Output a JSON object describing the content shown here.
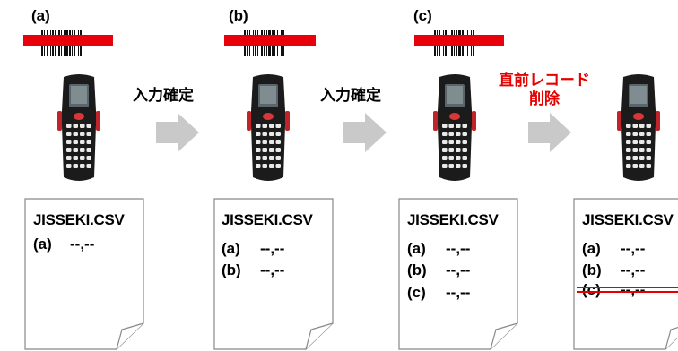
{
  "steps": [
    {
      "label": "(a)"
    },
    {
      "label": "(b)"
    },
    {
      "label": "(c)"
    }
  ],
  "transitions": [
    {
      "label_lines": [
        "入力確定"
      ],
      "color": "#000000"
    },
    {
      "label_lines": [
        "入力確定"
      ],
      "color": "#000000"
    },
    {
      "label_lines": [
        "直前レコード",
        "削除"
      ],
      "color": "#e60000"
    }
  ],
  "file_name": "JISSEKI.CSV",
  "documents": [
    {
      "records": [
        {
          "key": "(a)",
          "value": "--,--"
        }
      ]
    },
    {
      "records": [
        {
          "key": "(a)",
          "value": "--,--"
        },
        {
          "key": "(b)",
          "value": "--,--"
        }
      ]
    },
    {
      "records": [
        {
          "key": "(a)",
          "value": "--,--"
        },
        {
          "key": "(b)",
          "value": "--,--"
        },
        {
          "key": "(c)",
          "value": "--,--"
        }
      ]
    },
    {
      "records": [
        {
          "key": "(a)",
          "value": "--,--"
        },
        {
          "key": "(b)",
          "value": "--,--"
        },
        {
          "key": "(c)",
          "value": "--,--",
          "deleted": true
        }
      ]
    }
  ],
  "colors": {
    "scan_line": "#e8000b",
    "arrow": "#c9c9c9",
    "delete": "#e60000"
  }
}
